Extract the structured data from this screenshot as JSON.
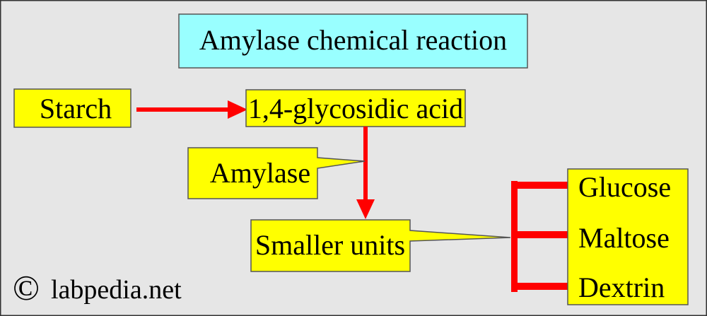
{
  "title": "Amylase chemical reaction",
  "nodes": {
    "starch": "Starch",
    "bond": "1,4-glycosidic acid",
    "enzyme": "Amylase",
    "smaller": "Smaller units",
    "products": [
      "Glucose",
      "Maltose",
      "Dextrin"
    ]
  },
  "watermark": {
    "symbol": "©",
    "text": "labpedia.net"
  },
  "colors": {
    "background": "#e6e6e6",
    "box": "#ffff00",
    "title_box": "#99ffff",
    "arrow": "#ff0000"
  }
}
